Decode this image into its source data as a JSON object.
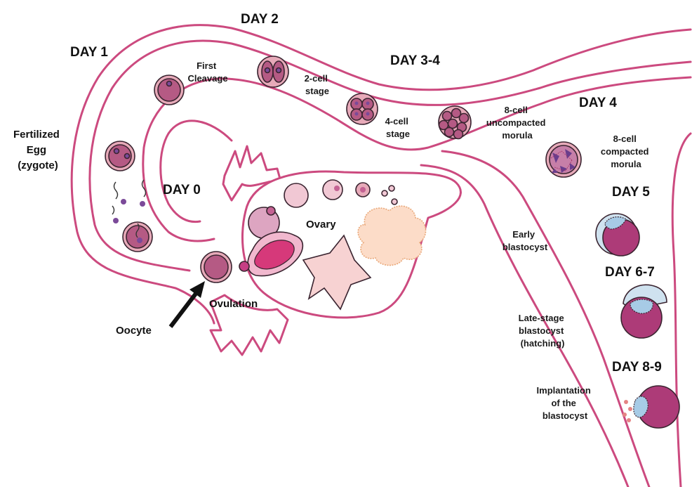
{
  "colors": {
    "tube": "#cc4a7f",
    "cell_outer": "#e7aab9",
    "cell_inner": "#c46293",
    "blastocyst_inner": "#ad3b78",
    "nucleus": "#7b4a99",
    "trophoblast": "#a7cbe6",
    "follicle_pink": "#f7d2d2",
    "corpus_luteum": "#fcdcc8"
  },
  "days": {
    "day1": "DAY 1",
    "day2": "DAY 2",
    "day34": "DAY 3-4",
    "day4": "DAY 4",
    "day0": "DAY 0",
    "day5": "DAY 5",
    "day67": "DAY 6-7",
    "day89": "DAY 8-9"
  },
  "labels": {
    "first_cleavage": [
      "First",
      "Cleavage"
    ],
    "two_cell": [
      "2-cell",
      "stage"
    ],
    "four_cell": [
      "4-cell",
      "stage"
    ],
    "eight_uncompacted": [
      "8-cell",
      "uncompacted",
      "morula"
    ],
    "eight_compacted": [
      "8-cell",
      "compacted",
      "morula"
    ],
    "fertilized": [
      "Fertilized",
      "Egg",
      "(zygote)"
    ],
    "ovary": "Ovary",
    "ovulation": "Ovulation",
    "oocyte": "Oocyte",
    "early_blastocyst": [
      "Early",
      "blastocyst"
    ],
    "late_blastocyst": [
      "Late-stage",
      "blastocyst",
      "(hatching)"
    ],
    "implantation": [
      "Implantation",
      "of the",
      "blastocyst"
    ]
  }
}
